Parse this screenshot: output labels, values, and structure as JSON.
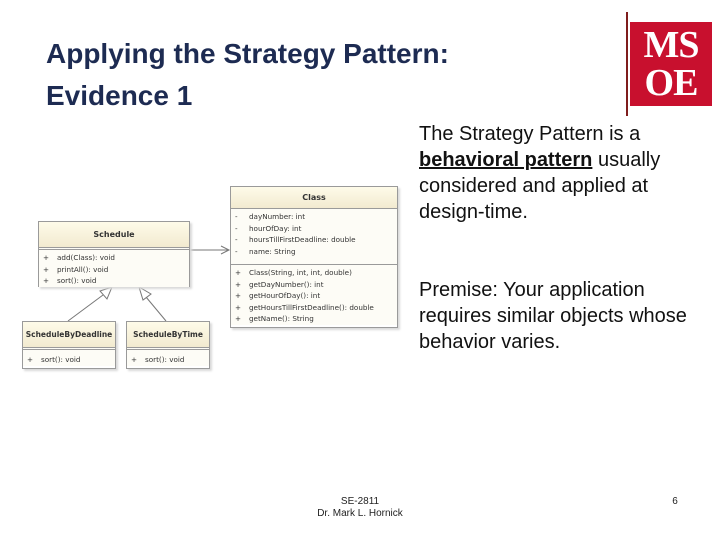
{
  "slide": {
    "title_line1": "Applying the Strategy Pattern:",
    "title_line2": "Evidence 1",
    "logo": "MSOE",
    "bullets": [
      {
        "before": "The Strategy Pattern is a ",
        "term": "behavioral pattern",
        "after": " usually considered and applied at design-time."
      },
      {
        "text": "Premise: Your application requires similar objects whose behavior varies."
      }
    ],
    "footer_line1": "SE-2811",
    "footer_line2": "Dr. Mark L. Hornick",
    "page_number": "6"
  },
  "diagram": {
    "class_box": {
      "name": "Class",
      "attributes": [
        {
          "sym": "-",
          "text": "dayNumber: int"
        },
        {
          "sym": "-",
          "text": "hourOfDay: int"
        },
        {
          "sym": "-",
          "text": "hoursTillFirstDeadline: double"
        },
        {
          "sym": "-",
          "text": "name: String"
        }
      ],
      "operations": [
        {
          "sym": "+",
          "text": "Class(String, int, int, double)"
        },
        {
          "sym": "+",
          "text": "getDayNumber(): int"
        },
        {
          "sym": "+",
          "text": "getHourOfDay(): int"
        },
        {
          "sym": "+",
          "text": "getHoursTillFirstDeadline(): double"
        },
        {
          "sym": "+",
          "text": "getName(): String"
        }
      ]
    },
    "schedule_box": {
      "name": "Schedule",
      "operations": [
        {
          "sym": "+",
          "text": "add(Class): void"
        },
        {
          "sym": "+",
          "text": "printAll(): void"
        },
        {
          "sym": "+",
          "text": "sort(): void"
        }
      ]
    },
    "by_deadline_box": {
      "name": "ScheduleByDeadline",
      "operations": [
        {
          "sym": "+",
          "text": "sort(): void"
        }
      ]
    },
    "by_time_box": {
      "name": "ScheduleByTime",
      "operations": [
        {
          "sym": "+",
          "text": "sort(): void"
        }
      ]
    }
  }
}
